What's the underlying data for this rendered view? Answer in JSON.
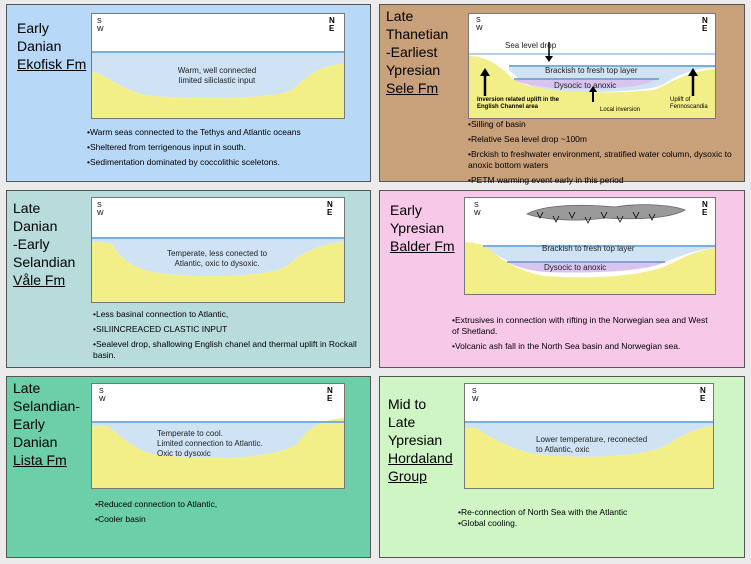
{
  "colors": {
    "p1": "#b8d8f8",
    "p2": "#c8a07a",
    "p3": "#b8dcdc",
    "p4": "#f8c8e8",
    "p5": "#6ccfa8",
    "p6": "#cff5c5",
    "land": "#f2ee88",
    "sea": "#cfe3f5",
    "sealine": "#7aaedb",
    "anoxic": "#d9c4ef"
  },
  "panels": [
    {
      "title": [
        "Early",
        "Danian"
      ],
      "formation": "Ekofisk Fm",
      "sw": [
        "S",
        "W"
      ],
      "ne": [
        "N",
        "E"
      ],
      "label": [
        "Warm, well connected",
        "limited siliclastic input"
      ],
      "bullets": [
        "•Warm seas connected to the Tethys and Atlantic oceans",
        "•Sheltered from terrigenous input in south.",
        "•Sedimentation dominated by coccolithic sceletons."
      ]
    },
    {
      "title": [
        "Late",
        "Thanetian",
        "-Earliest",
        "Ypresian"
      ],
      "formation": "Sele Fm",
      "sw": [
        "S",
        "W"
      ],
      "ne": [
        "N",
        "E"
      ],
      "sea_level_drop": "Sea level drop",
      "top_layer": "Brackish to fresh top layer",
      "bottom_layer": "Dysocic to anoxic",
      "uplift_left": [
        "Inversion related uplift in the",
        "English Channel area"
      ],
      "local_inversion": "Local inversion",
      "uplift_right": [
        "Uplift of",
        "Fennoscandia"
      ],
      "bullets": [
        "•Silling of basin",
        "•Relative Sea level drop ~100m",
        "•Brckish to freshwater environment, stratified water column, dysoxic to anoxic bottom waters",
        "•PETM warming event early in this period"
      ]
    },
    {
      "title": [
        "Late",
        "Danian",
        "-Early",
        "Selandian"
      ],
      "formation": "Våle Fm",
      "sw": [
        "S",
        "W"
      ],
      "ne": [
        "N",
        "E"
      ],
      "label": [
        "Temperate, less conected to",
        "Atlantic, oxic to dysoxic."
      ],
      "bullets": [
        "•Less basinal connection to Atlantic,",
        "•SILIINCREACED CLASTIC INPUT",
        "•Sealevel drop, shallowing English chanel and thermal uplift in Rockall basin."
      ]
    },
    {
      "title": [
        "Early",
        "Ypresian"
      ],
      "formation": "Balder Fm",
      "sw": [
        "S",
        "W"
      ],
      "ne": [
        "N",
        "E"
      ],
      "top_layer": "Brackish to fresh top layer",
      "bottom_layer": "Dysocic to anoxic",
      "bullets": [
        "•Extrusives in connection with rifting in the Norwegian sea and West of Shetland.",
        "•Volcanic ash fall in the North Sea basin and Norwegian sea."
      ]
    },
    {
      "title": [
        "Late",
        "Selandian-",
        "Early",
        "Danian"
      ],
      "formation": "Lista Fm",
      "sw": [
        "S",
        "W"
      ],
      "ne": [
        "N",
        "E"
      ],
      "label": [
        "Temperate to cool.",
        "Limited connection to Atlantic.",
        "Oxic to dysoxic"
      ],
      "bullets": [
        "•Reduced connection to Atlantic,",
        "•Cooler basin"
      ]
    },
    {
      "title": [
        "Mid to",
        "Late",
        "Ypresian"
      ],
      "formation_lines": [
        "Hordaland",
        "Group"
      ],
      "sw": [
        "S",
        "W"
      ],
      "ne": [
        "N",
        "E"
      ],
      "label": [
        "Lower temperature, reconected",
        "to Atlantic, oxic"
      ],
      "bullets": [
        "•Re-connection of North Sea with the Atlantic",
        "•Global cooling."
      ]
    }
  ]
}
